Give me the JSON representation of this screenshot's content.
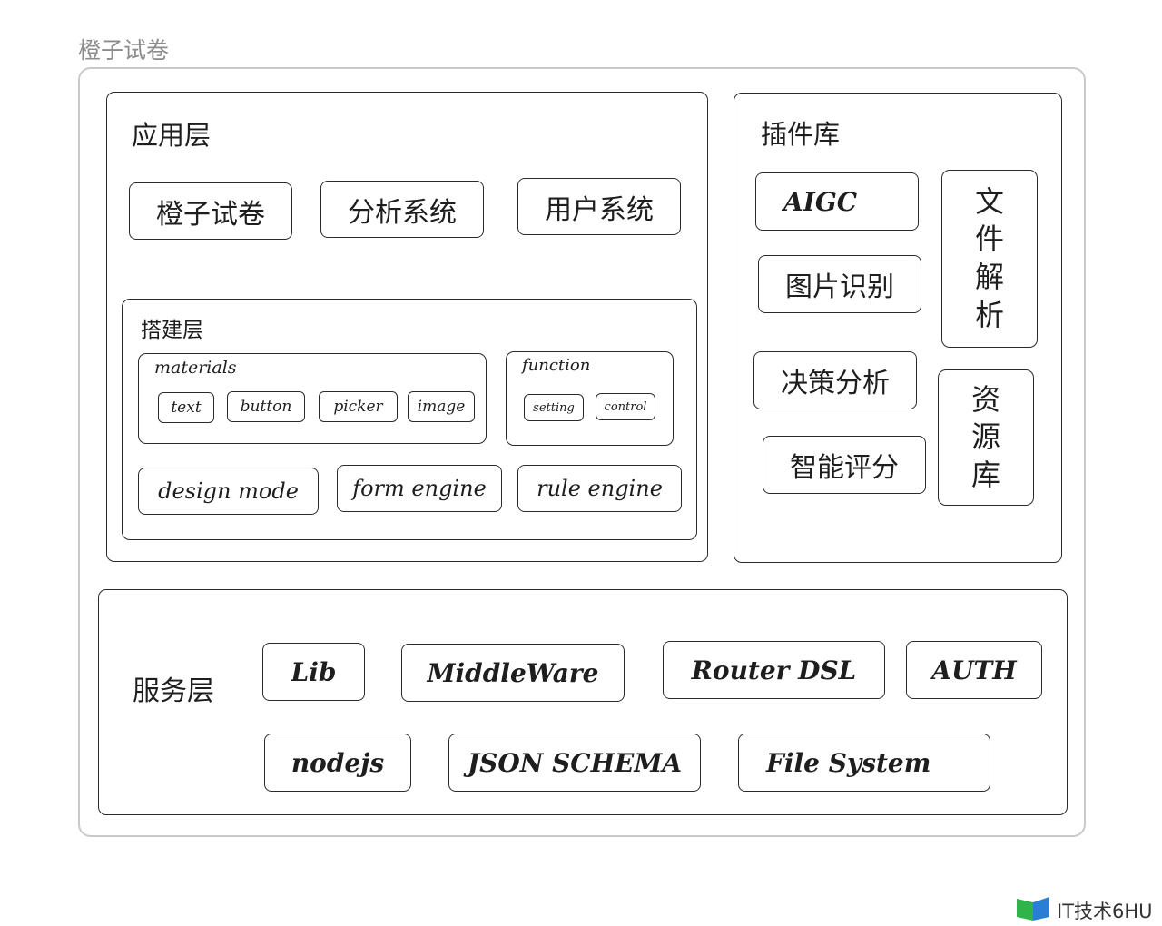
{
  "page_title": "橙子试卷",
  "app_layer": {
    "title": "应用层",
    "items": [
      "橙子试卷",
      "分析系统",
      "用户系统"
    ]
  },
  "build_layer": {
    "title": "搭建层",
    "materials": {
      "title": "materials",
      "items": [
        "text",
        "button",
        "picker",
        "image"
      ]
    },
    "function": {
      "title": "function",
      "items": [
        "setting",
        "control"
      ]
    },
    "engines": [
      "design mode",
      "form engine",
      "rule engine"
    ]
  },
  "plugin_lib": {
    "title": "插件库",
    "items": [
      "AIGC",
      "图片识别",
      "决策分析",
      "智能评分"
    ],
    "file_parse": [
      "文",
      "件",
      "解",
      "析"
    ],
    "resource_lib": [
      "资",
      "源",
      "库"
    ]
  },
  "service_layer": {
    "title": "服务层",
    "row1": [
      "Lib",
      "MiddleWare",
      "Router DSL",
      "AUTH"
    ],
    "row2": [
      "nodejs",
      "JSON SCHEMA",
      "File System"
    ]
  },
  "watermark": {
    "text": "IT技术6HU",
    "colors": {
      "green": "#2fb34a",
      "blue": "#2a7fd4"
    }
  }
}
